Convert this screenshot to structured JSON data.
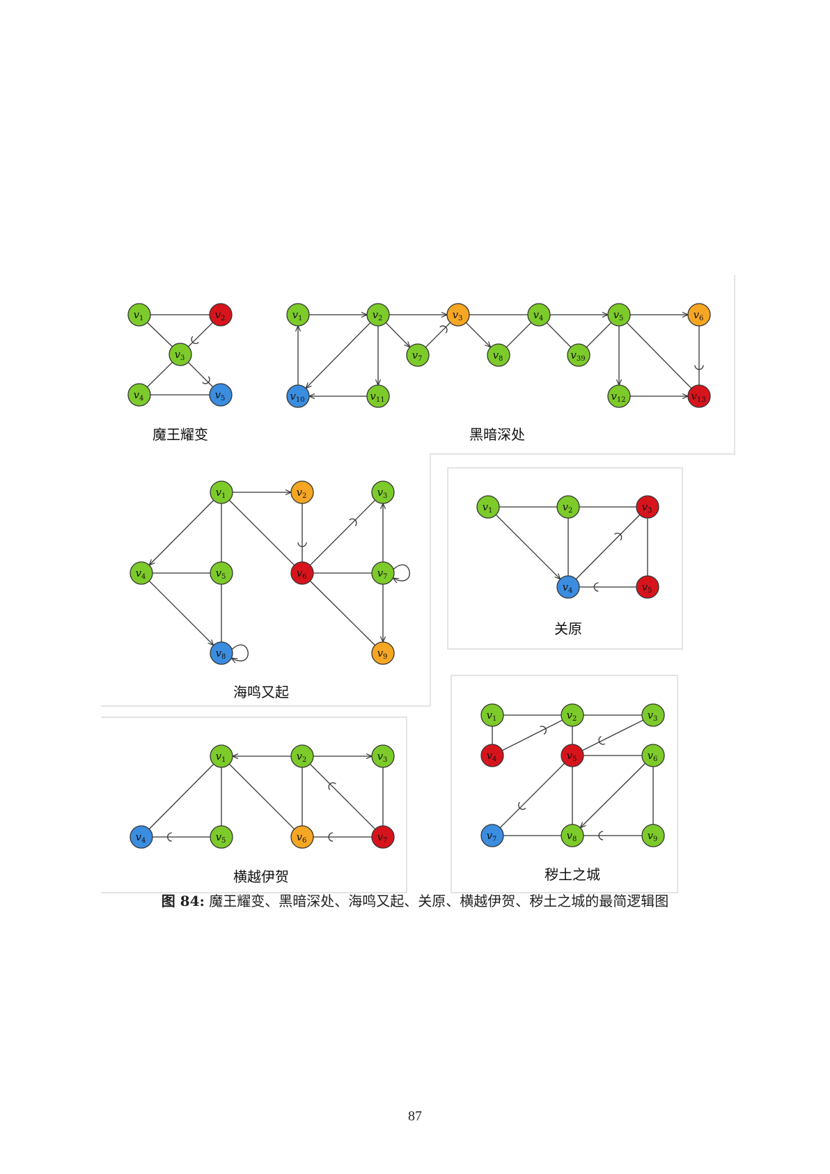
{
  "colors": {
    "green": "#7dcb2a",
    "red": "#d7141c",
    "orange": "#f5a623",
    "blue": "#3b8de0",
    "edge": "#333333",
    "panel_border": "#d2d2d2"
  },
  "caption": {
    "label": "图 84:",
    "text": " 魔王耀变、黑暗深处、海鸣又起、关原、横越伊贺、秽土之城的最简逻辑图"
  },
  "page_number": "87",
  "graphs": [
    {
      "id": "mowang",
      "title": "魔王耀变",
      "nodes": [
        {
          "id": "v1",
          "sub": "1",
          "color": "green"
        },
        {
          "id": "v2",
          "sub": "2",
          "color": "red"
        },
        {
          "id": "v3",
          "sub": "3",
          "color": "green"
        },
        {
          "id": "v4",
          "sub": "4",
          "color": "green"
        },
        {
          "id": "v5",
          "sub": "5",
          "color": "blue"
        }
      ],
      "edges": [
        {
          "from": "v1",
          "to": "v2",
          "type": "line"
        },
        {
          "from": "v1",
          "to": "v3",
          "type": "line"
        },
        {
          "from": "v2",
          "to": "v3",
          "type": "half"
        },
        {
          "from": "v3",
          "to": "v4",
          "type": "line"
        },
        {
          "from": "v3",
          "to": "v5",
          "type": "half"
        },
        {
          "from": "v4",
          "to": "v5",
          "type": "line"
        }
      ]
    },
    {
      "id": "heian",
      "title": "黑暗深处",
      "nodes": [
        {
          "id": "v1",
          "sub": "1",
          "color": "green"
        },
        {
          "id": "v2",
          "sub": "2",
          "color": "green"
        },
        {
          "id": "v3",
          "sub": "3",
          "color": "orange"
        },
        {
          "id": "v4",
          "sub": "4",
          "color": "green"
        },
        {
          "id": "v5",
          "sub": "5",
          "color": "green"
        },
        {
          "id": "v6",
          "sub": "6",
          "color": "orange"
        },
        {
          "id": "v7",
          "sub": "7",
          "color": "green"
        },
        {
          "id": "v8",
          "sub": "8",
          "color": "green"
        },
        {
          "id": "v39",
          "sub": "39",
          "color": "green"
        },
        {
          "id": "v10",
          "sub": "10",
          "color": "blue"
        },
        {
          "id": "v11",
          "sub": "11",
          "color": "green"
        },
        {
          "id": "v12",
          "sub": "12",
          "color": "green"
        },
        {
          "id": "v13",
          "sub": "13",
          "color": "red"
        }
      ],
      "edges": [
        {
          "from": "v1",
          "to": "v2",
          "type": "arrow"
        },
        {
          "from": "v2",
          "to": "v3",
          "type": "arrow"
        },
        {
          "from": "v3",
          "to": "v4",
          "type": "line"
        },
        {
          "from": "v4",
          "to": "v5",
          "type": "arrow"
        },
        {
          "from": "v5",
          "to": "v6",
          "type": "arrow"
        },
        {
          "from": "v2",
          "to": "v7",
          "type": "arrow"
        },
        {
          "from": "v7",
          "to": "v3",
          "type": "half"
        },
        {
          "from": "v3",
          "to": "v8",
          "type": "arrow"
        },
        {
          "from": "v8",
          "to": "v4",
          "type": "line"
        },
        {
          "from": "v4",
          "to": "v39",
          "type": "line"
        },
        {
          "from": "v39",
          "to": "v5",
          "type": "line"
        },
        {
          "from": "v2",
          "to": "v11",
          "type": "arrow"
        },
        {
          "from": "v2",
          "to": "v10",
          "type": "arrow"
        },
        {
          "from": "v11",
          "to": "v10",
          "type": "arrow"
        },
        {
          "from": "v10",
          "to": "v1",
          "type": "arrow"
        },
        {
          "from": "v5",
          "to": "v12",
          "type": "arrow"
        },
        {
          "from": "v5",
          "to": "v13",
          "type": "line"
        },
        {
          "from": "v12",
          "to": "v13",
          "type": "arrow"
        },
        {
          "from": "v6",
          "to": "v13",
          "type": "half"
        }
      ]
    },
    {
      "id": "haiming",
      "title": "海鸣又起",
      "nodes": [
        {
          "id": "v1",
          "sub": "1",
          "color": "green"
        },
        {
          "id": "v2",
          "sub": "2",
          "color": "orange"
        },
        {
          "id": "v3",
          "sub": "3",
          "color": "green"
        },
        {
          "id": "v4",
          "sub": "4",
          "color": "green"
        },
        {
          "id": "v5",
          "sub": "5",
          "color": "green"
        },
        {
          "id": "v6",
          "sub": "6",
          "color": "red"
        },
        {
          "id": "v7",
          "sub": "7",
          "color": "green"
        },
        {
          "id": "v8",
          "sub": "8",
          "color": "blue"
        },
        {
          "id": "v9",
          "sub": "9",
          "color": "orange"
        }
      ],
      "edges": [
        {
          "from": "v1",
          "to": "v2",
          "type": "arrow"
        },
        {
          "from": "v1",
          "to": "v4",
          "type": "arrow"
        },
        {
          "from": "v1",
          "to": "v5",
          "type": "line"
        },
        {
          "from": "v1",
          "to": "v6",
          "type": "line"
        },
        {
          "from": "v2",
          "to": "v6",
          "type": "half"
        },
        {
          "from": "v6",
          "to": "v3",
          "type": "half"
        },
        {
          "from": "v4",
          "to": "v5",
          "type": "line"
        },
        {
          "from": "v4",
          "to": "v8",
          "type": "arrow"
        },
        {
          "from": "v5",
          "to": "v8",
          "type": "line"
        },
        {
          "from": "v6",
          "to": "v7",
          "type": "line"
        },
        {
          "from": "v6",
          "to": "v9",
          "type": "line"
        },
        {
          "from": "v7",
          "to": "v3",
          "type": "arrow"
        },
        {
          "from": "v7",
          "to": "v9",
          "type": "arrow"
        },
        {
          "from": "v7",
          "to": "v7",
          "type": "loop"
        },
        {
          "from": "v8",
          "to": "v8",
          "type": "loop"
        }
      ]
    },
    {
      "id": "guanyuan",
      "title": "关原",
      "nodes": [
        {
          "id": "v1",
          "sub": "1",
          "color": "green"
        },
        {
          "id": "v2",
          "sub": "2",
          "color": "green"
        },
        {
          "id": "v3",
          "sub": "3",
          "color": "red"
        },
        {
          "id": "v4",
          "sub": "4",
          "color": "blue"
        },
        {
          "id": "v5",
          "sub": "5",
          "color": "red"
        }
      ],
      "edges": [
        {
          "from": "v1",
          "to": "v2",
          "type": "line"
        },
        {
          "from": "v2",
          "to": "v3",
          "type": "line"
        },
        {
          "from": "v1",
          "to": "v4",
          "type": "arrow"
        },
        {
          "from": "v2",
          "to": "v4",
          "type": "line"
        },
        {
          "from": "v4",
          "to": "v3",
          "type": "half"
        },
        {
          "from": "v3",
          "to": "v5",
          "type": "line"
        },
        {
          "from": "v5",
          "to": "v4",
          "type": "half"
        }
      ]
    },
    {
      "id": "hengyue",
      "title": "横越伊贺",
      "nodes": [
        {
          "id": "v1",
          "sub": "1",
          "color": "green"
        },
        {
          "id": "v2",
          "sub": "2",
          "color": "green"
        },
        {
          "id": "v3",
          "sub": "3",
          "color": "green"
        },
        {
          "id": "v4",
          "sub": "4",
          "color": "blue"
        },
        {
          "id": "v5",
          "sub": "5",
          "color": "green"
        },
        {
          "id": "v6",
          "sub": "6",
          "color": "orange"
        },
        {
          "id": "v7",
          "sub": "7",
          "color": "red"
        }
      ],
      "edges": [
        {
          "from": "v2",
          "to": "v1",
          "type": "arrow"
        },
        {
          "from": "v2",
          "to": "v3",
          "type": "arrow"
        },
        {
          "from": "v1",
          "to": "v4",
          "type": "line"
        },
        {
          "from": "v1",
          "to": "v5",
          "type": "line"
        },
        {
          "from": "v1",
          "to": "v6",
          "type": "line"
        },
        {
          "from": "v2",
          "to": "v6",
          "type": "line"
        },
        {
          "from": "v7",
          "to": "v2",
          "type": "half"
        },
        {
          "from": "v3",
          "to": "v7",
          "type": "line"
        },
        {
          "from": "v5",
          "to": "v4",
          "type": "half"
        },
        {
          "from": "v7",
          "to": "v6",
          "type": "half"
        }
      ]
    },
    {
      "id": "huitu",
      "title": "秽土之城",
      "nodes": [
        {
          "id": "v1",
          "sub": "1",
          "color": "green"
        },
        {
          "id": "v2",
          "sub": "2",
          "color": "green"
        },
        {
          "id": "v3",
          "sub": "3",
          "color": "green"
        },
        {
          "id": "v4",
          "sub": "4",
          "color": "red"
        },
        {
          "id": "v5",
          "sub": "5",
          "color": "red"
        },
        {
          "id": "v6",
          "sub": "6",
          "color": "green"
        },
        {
          "id": "v7",
          "sub": "7",
          "color": "blue"
        },
        {
          "id": "v8",
          "sub": "8",
          "color": "green"
        },
        {
          "id": "v9",
          "sub": "9",
          "color": "green"
        }
      ],
      "edges": [
        {
          "from": "v1",
          "to": "v2",
          "type": "line"
        },
        {
          "from": "v2",
          "to": "v3",
          "type": "line"
        },
        {
          "from": "v1",
          "to": "v4",
          "type": "line"
        },
        {
          "from": "v4",
          "to": "v2",
          "type": "half"
        },
        {
          "from": "v2",
          "to": "v5",
          "type": "line"
        },
        {
          "from": "v3",
          "to": "v5",
          "type": "half"
        },
        {
          "from": "v5",
          "to": "v6",
          "type": "line"
        },
        {
          "from": "v5",
          "to": "v7",
          "type": "half"
        },
        {
          "from": "v5",
          "to": "v8",
          "type": "line"
        },
        {
          "from": "v6",
          "to": "v8",
          "type": "arrow"
        },
        {
          "from": "v6",
          "to": "v9",
          "type": "line"
        },
        {
          "from": "v7",
          "to": "v8",
          "type": "line"
        },
        {
          "from": "v9",
          "to": "v8",
          "type": "half"
        }
      ]
    }
  ]
}
